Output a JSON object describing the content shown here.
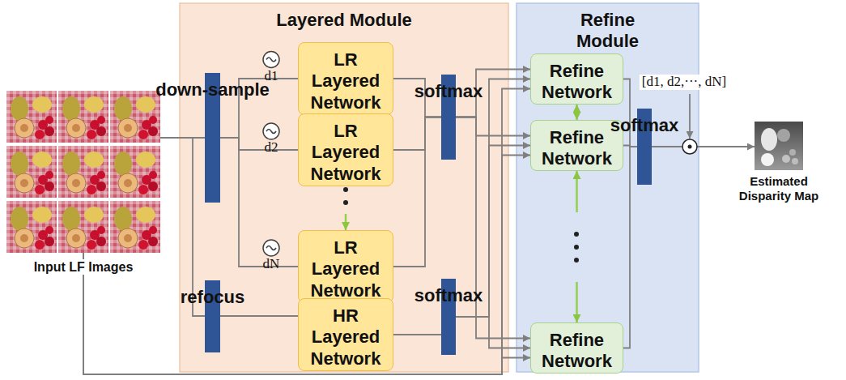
{
  "diagram": {
    "nodes": [
      {
        "text": [
          "Input LF Images"
        ]
      },
      {
        "text": [
          "Layered Module"
        ]
      },
      {
        "text": [
          "down-sample"
        ],
        "in": 1
      },
      {
        "text": [
          "refocus"
        ],
        "in": 1
      },
      {
        "text": [
          "LR Layered Network"
        ],
        "in": 1
      },
      {
        "text": [
          "LR Layered Network"
        ],
        "in": 1
      },
      {
        "text": [
          "LR Layered Network"
        ],
        "in": 1
      },
      {
        "text": [
          "HR Layered Network"
        ],
        "in": 1
      },
      {
        "text": [
          "softmax"
        ],
        "in": 1
      },
      {
        "text": [
          "softmax"
        ],
        "in": 1
      },
      {
        "text": [
          "Refine Module"
        ]
      },
      {
        "text": [
          "Refine Network"
        ],
        "in": 10
      },
      {
        "text": [
          "Refine Network"
        ],
        "in": 10
      },
      {
        "text": [
          "Refine Network"
        ],
        "in": 10
      },
      {
        "text": [
          "softmax"
        ],
        "in": 10
      },
      {
        "text": [
          "Estimated Disparity Map"
        ]
      }
    ],
    "edges": [
      {
        "from": 0,
        "to": 2,
        "arrow": "none"
      },
      {
        "from": 0,
        "to": 3,
        "arrow": "none"
      },
      {
        "from": 2,
        "to": 4,
        "arrow": "none"
      },
      {
        "from": 2,
        "to": 5,
        "arrow": "none"
      },
      {
        "from": 2,
        "to": 6,
        "arrow": "none"
      },
      {
        "from": 3,
        "to": 7,
        "arrow": "none"
      },
      {
        "from": 4,
        "to": 8,
        "arrow": "none"
      },
      {
        "from": 5,
        "to": 8,
        "arrow": "none"
      },
      {
        "from": 6,
        "to": 8,
        "arrow": "none"
      },
      {
        "from": 7,
        "to": 9,
        "arrow": "none"
      },
      {
        "from": 4,
        "to": 5,
        "arrow": "both"
      },
      {
        "from": 5,
        "to": 6,
        "arrow": "both"
      },
      {
        "from": 8,
        "to": 11,
        "arrow": "to"
      },
      {
        "from": 8,
        "to": 12,
        "arrow": "to"
      },
      {
        "from": 8,
        "to": 13,
        "arrow": "to"
      },
      {
        "from": 9,
        "to": 11,
        "arrow": "to"
      },
      {
        "from": 9,
        "to": 12,
        "arrow": "to"
      },
      {
        "from": 9,
        "to": 13,
        "arrow": "to"
      },
      {
        "from": 0,
        "to": 11,
        "arrow": "to"
      },
      {
        "from": 0,
        "to": 12,
        "arrow": "to"
      },
      {
        "from": 0,
        "to": 13,
        "arrow": "to"
      },
      {
        "from": 11,
        "to": 12,
        "arrow": "both"
      },
      {
        "from": 12,
        "to": 13,
        "arrow": "both"
      },
      {
        "from": 11,
        "to": 14,
        "arrow": "none"
      },
      {
        "from": 12,
        "to": 14,
        "arrow": "none"
      },
      {
        "from": 13,
        "to": 14,
        "arrow": "none"
      },
      {
        "from": 14,
        "to": 15,
        "arrow": "to"
      }
    ],
    "labels": [
      "d1",
      "d2",
      "dN",
      "[d1, d2,···, dN]"
    ]
  }
}
